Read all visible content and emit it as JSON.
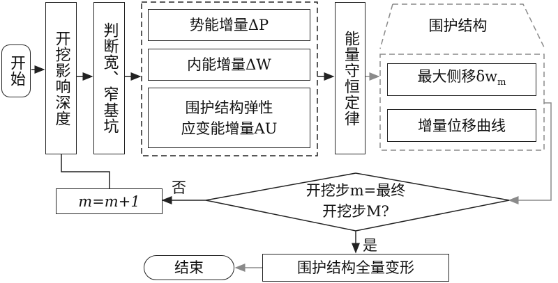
{
  "nodes": {
    "start": "开始",
    "excavation_depth": "开挖影响深度",
    "judge_pit": "判断宽、窄基坑",
    "energy_p": "势能增量ΔP",
    "energy_w": "内能增量ΔW",
    "energy_au_line1": "围护结构弹性",
    "energy_au_line2": "应变能增量AU",
    "energy_conservation": "能量守恒定律",
    "retaining_structure": "围护结构",
    "max_lateral": "最大侧移δw",
    "max_lateral_sub": "m",
    "incremental_curve": "增量位移曲线",
    "decision_line1": "开挖步m=最终",
    "decision_line2": "开挖步M?",
    "increment_step": "m=m+1",
    "total_deformation": "围护结构全量变形",
    "end": "结束"
  },
  "edge_labels": {
    "no": "否",
    "yes": "是"
  },
  "colors": {
    "stroke": "#222222",
    "gray_stroke": "#8a8a8a"
  }
}
